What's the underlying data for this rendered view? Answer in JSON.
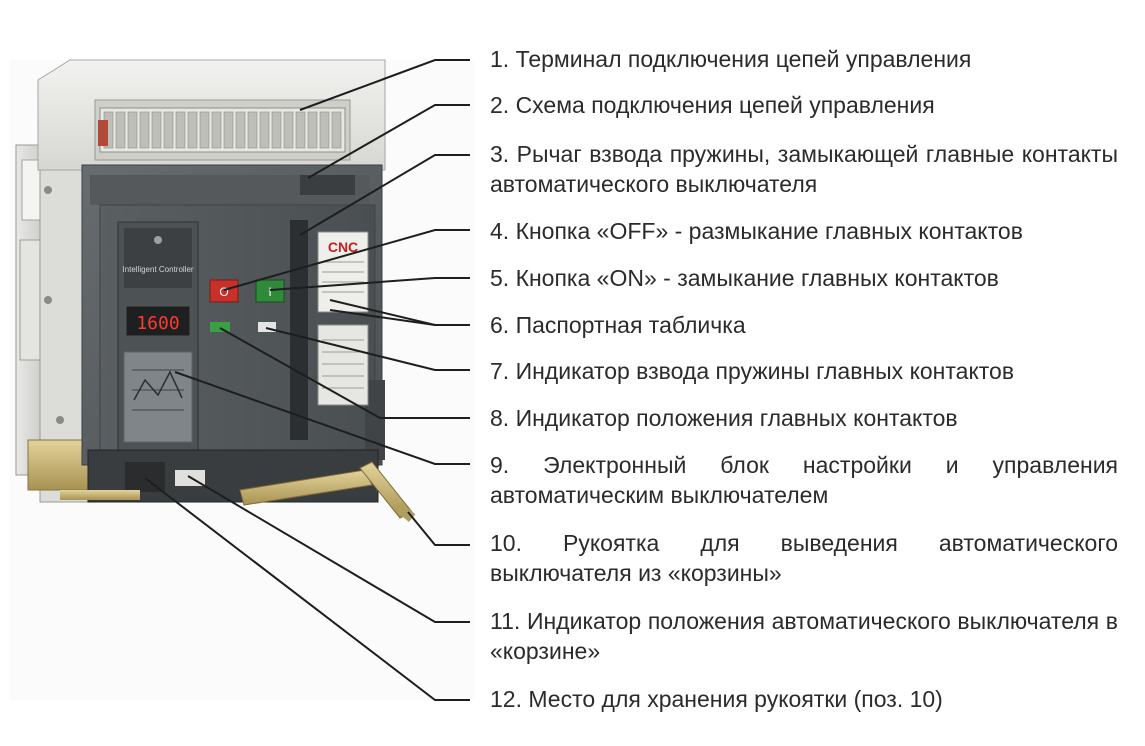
{
  "device": {
    "brand": "CNC",
    "display_value": "1600",
    "controller_label": "Intelligent Controller",
    "off_glyph": "O",
    "on_glyph": "I"
  },
  "callouts": [
    {
      "text": "1. Терминал подключения цепей управления"
    },
    {
      "text": "2. Схема подключения цепей управления"
    },
    {
      "text": "3. Рычаг взвода пружины, замыкающей главные контакты автоматического выключателя"
    },
    {
      "text": "4. Кнопка «OFF» - размыкание главных контактов"
    },
    {
      "text": "5. Кнопка «ON» - замыкание главных контактов"
    },
    {
      "text": "6. Паспортная табличка"
    },
    {
      "text": "7. Индикатор взвода пружины главных контактов"
    },
    {
      "text": "8. Индикатор положения главных контактов"
    },
    {
      "text": "9. Электронный блок настройки и управления автоматическим выключателем"
    },
    {
      "text": "10. Рукоятка для выведения автоматического выключателя из «корзины»"
    },
    {
      "text": "11. Индикатор положения автоматического выключателя в «корзине»"
    },
    {
      "text": "12. Место для хранения рукоятки (поз. 10)"
    }
  ]
}
